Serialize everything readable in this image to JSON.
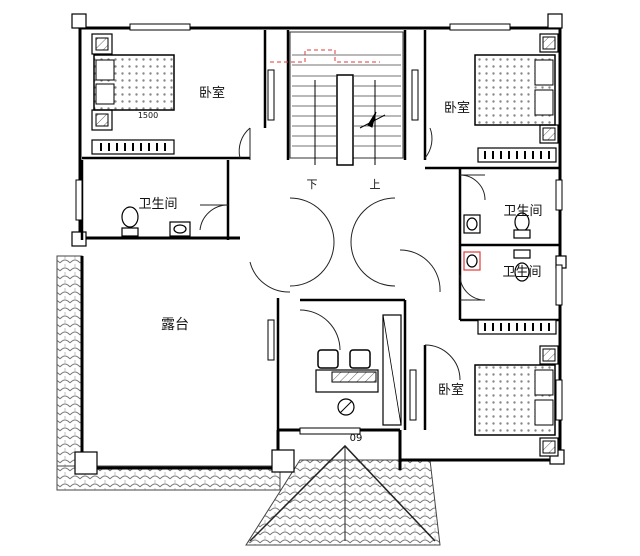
{
  "rooms": {
    "bedroom_top_left": "卧室",
    "bedroom_top_right": "卧室",
    "bedroom_bottom_right": "卧室",
    "bathroom_left": "卫生间",
    "bathroom_right_top": "卫生间",
    "bathroom_right_bottom": "卫生间",
    "terrace": "露台"
  },
  "stairs": {
    "down_label": "下",
    "up_label": "上"
  },
  "annotations": {
    "bed_mark": "1500",
    "elevation_mark": "09"
  },
  "colors": {
    "wall": "#000000",
    "line": "#333333",
    "tile": "#777777",
    "accent_red": "#e23b3b"
  }
}
